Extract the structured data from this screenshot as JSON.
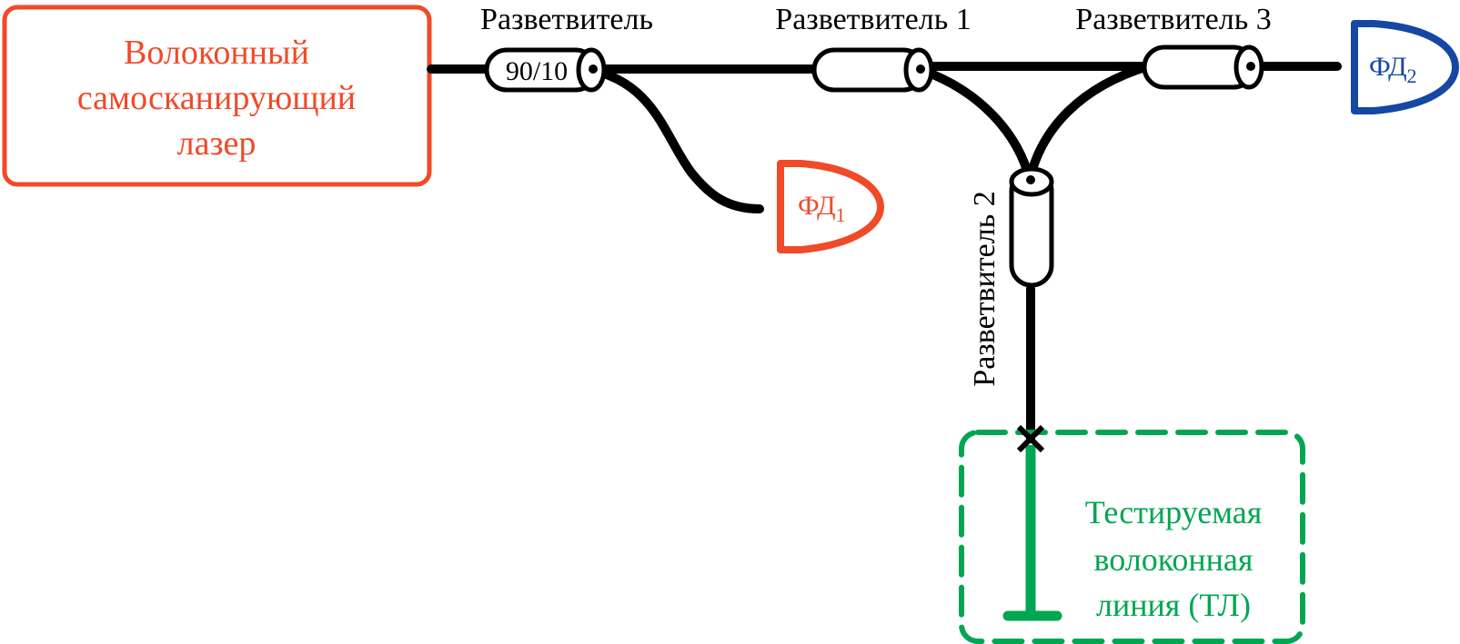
{
  "colors": {
    "laser": "#f04a28",
    "pd1": "#f04a28",
    "pd2": "#1547a3",
    "test_line": "#00a651",
    "fiber": "#000000"
  },
  "laser": {
    "line1": "Волоконный",
    "line2": "самосканирующий",
    "line3": "лазер"
  },
  "splitter0": {
    "label": "Разветвитель",
    "ratio": "90/10"
  },
  "splitter1": {
    "label": "Разветвитель 1"
  },
  "splitter2": {
    "label": "Разветвитель 2"
  },
  "splitter3": {
    "label": "Разветвитель 3"
  },
  "pd1": {
    "main": "ФД",
    "sub": "1"
  },
  "pd2": {
    "main": "ФД",
    "sub": "2"
  },
  "test_line": {
    "line1": "Тестируемая",
    "line2": "волоконная",
    "line3": "линия (ТЛ)"
  }
}
